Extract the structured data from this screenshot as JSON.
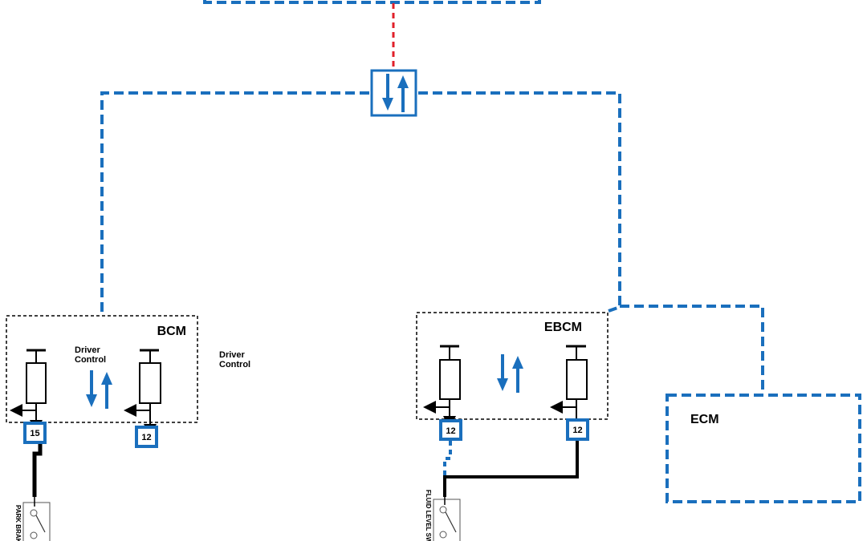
{
  "diagram": {
    "title": "Brake warning serial data circuit",
    "colors": {
      "serial_data": "#1a6fbd",
      "gateway_link": "#e0202a",
      "wire": "#000000",
      "module_border": "#000000"
    },
    "gateway": {
      "icon": "bidirectional-arrows-icon"
    },
    "modules": [
      {
        "id": "bcm",
        "label": "BCM",
        "inner_label_line1": "Driver",
        "inner_label_line2": "Control",
        "outer_label_line1": "Driver",
        "outer_label_line2": "Control",
        "pins": [
          "15",
          "12"
        ]
      },
      {
        "id": "ebcm",
        "label": "EBCM",
        "pins": [
          "12",
          "12"
        ]
      },
      {
        "id": "ecm",
        "label": "ECM"
      }
    ],
    "switches": [
      {
        "id": "park-brake",
        "label": "PARK BRAKE SW"
      },
      {
        "id": "fluid-level",
        "label": "FLUID LEVEL SW"
      }
    ]
  }
}
